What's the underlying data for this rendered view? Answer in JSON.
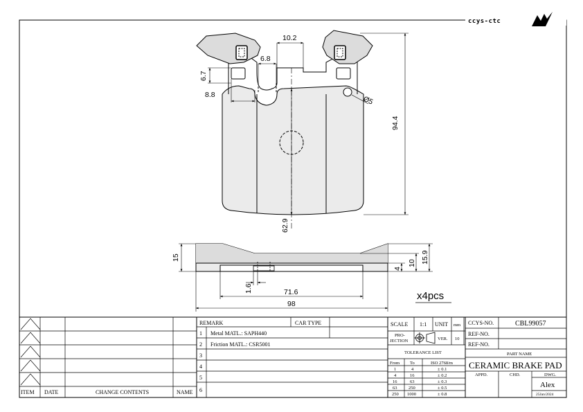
{
  "brand": {
    "logo_text": "ccys-ctc"
  },
  "drawing": {
    "dims": {
      "d_10_2": "10.2",
      "d_6_8": "6.8",
      "d_6_7": "6.7",
      "d_8_8": "8.8",
      "d_hole": "Ø5",
      "d_94_4": "94.4",
      "d_62_9": "62.9",
      "d_15": "15",
      "d_15_9": "15.9",
      "d_10": "10",
      "d_4": "4",
      "d_1_6": "1.6",
      "d_71_6": "71.6",
      "d_98": "98"
    },
    "quantity_note": "x4pcs"
  },
  "revisions": {
    "headers": {
      "item": "ITEM",
      "date": "DATE",
      "contents": "CHANGE CONTENTS",
      "name": "NAME"
    }
  },
  "remarks": {
    "header_remark": "REMARK",
    "header_car_type": "CAR TYPE",
    "rows": [
      {
        "no": "1",
        "text": "Metal MATL.: SAPH440"
      },
      {
        "no": "2",
        "text": "Friction MATL.: CSR5001"
      },
      {
        "no": "3",
        "text": ""
      },
      {
        "no": "4",
        "text": ""
      },
      {
        "no": "5",
        "text": ""
      },
      {
        "no": "6",
        "text": ""
      }
    ]
  },
  "specs": {
    "scale_label": "SCALE",
    "scale_value": "1:1",
    "unit_label": "UNIT",
    "unit_value": "mm",
    "projection_line1": "PRO-",
    "projection_line2": "JECTION",
    "ver_label": "VER.",
    "ver_value": "10",
    "tolerance_title": "TOLERANCE LIST",
    "tol_headers": {
      "from": "From",
      "to": "To",
      "iso": "ISO 2768/m"
    },
    "tolerance_rows": [
      {
        "from": "1",
        "to": "4",
        "tol": "± 0.1"
      },
      {
        "from": "4",
        "to": "16",
        "tol": "± 0.2"
      },
      {
        "from": "16",
        "to": "63",
        "tol": "± 0.3"
      },
      {
        "from": "63",
        "to": "250",
        "tol": "± 0.5"
      },
      {
        "from": "250",
        "to": "1000",
        "tol": "± 0.8"
      }
    ]
  },
  "part": {
    "ccys_no_label": "CCYS-NO.",
    "ccys_no_value": "CBL99057",
    "ref_no_label_1": "REF-NO.",
    "ref_no_label_2": "REF-NO.",
    "part_name_label": "PART NAME",
    "part_name_value": "CERAMIC BRAKE PAD",
    "appd_label": "APPD.",
    "chd_label": "CHD.",
    "dwg_label": "DWG.",
    "dwg_name": "Alex",
    "dwg_date": "25Jan/2024"
  },
  "colors": {
    "pad_fill": "#dcdcdc",
    "line": "#000000",
    "background": "#ffffff"
  }
}
